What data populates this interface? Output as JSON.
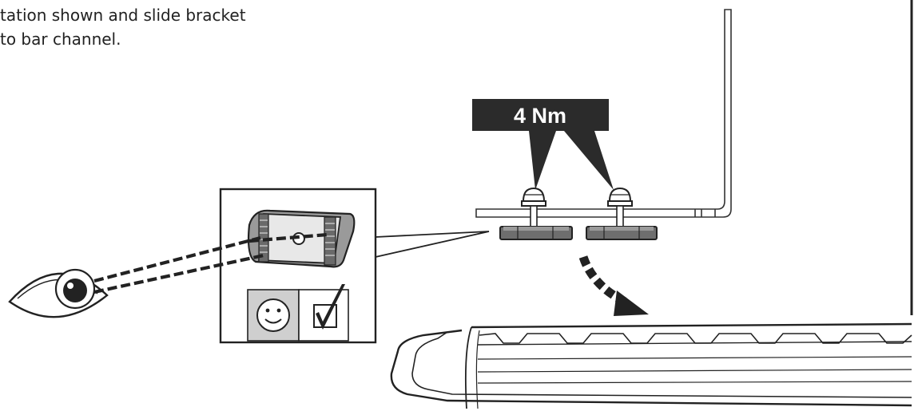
{
  "instruction": {
    "line1": "tation shown and slide bracket",
    "line2": "to bar channel."
  },
  "torque_label": "4 Nm",
  "icons": {
    "viewer": "eye-icon",
    "approved": "smiley-icon",
    "confirm": "checkmark-icon",
    "direction": "curved-arrow-icon"
  },
  "colors": {
    "ink": "#222222",
    "label_bg": "#2b2b2b",
    "approved_bg": "#cfcfcf",
    "nut_fill": "#6e6e6e"
  }
}
